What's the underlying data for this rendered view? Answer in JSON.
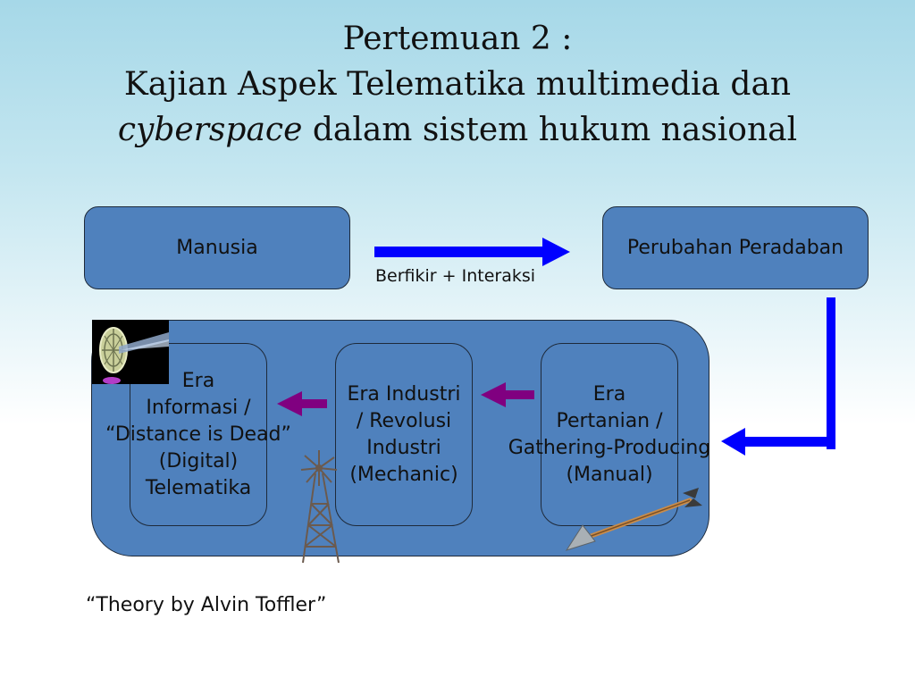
{
  "title": {
    "line1": "Pertemuan 2 :",
    "line2": "Kajian Aspek Telematika multimedia dan",
    "line3_italic": "cyberspace",
    "line3_rest": " dalam sistem hukum nasional"
  },
  "boxes": {
    "manusia": "Manusia",
    "perubahan": "Perubahan Peradaban"
  },
  "arrow_label": "Berfikir + Interaksi",
  "eras": {
    "informasi": {
      "line1": "Era",
      "line2": "Informasi /",
      "line3": "“Distance is Dead”",
      "line4": "(Digital)",
      "line5": "Telematika"
    },
    "industri": {
      "line1": "Era Industri",
      "line2": "/ Revolusi",
      "line3": "Industri",
      "line4": "(Mechanic)"
    },
    "pertanian": {
      "line1": "Era",
      "line2": "Pertanian /",
      "line3": "Gathering-Producing",
      "line4": "(Manual)"
    }
  },
  "footer": "“Theory by Alvin Toffler”",
  "colors": {
    "box_fill": "#4f81bd",
    "main_arrow": "#0000ff",
    "era_arrow": "#800080"
  },
  "icons": {
    "top_left": "satellite-dish-icon",
    "middle": "windmill-icon",
    "right": "arrow-spear-icon"
  }
}
